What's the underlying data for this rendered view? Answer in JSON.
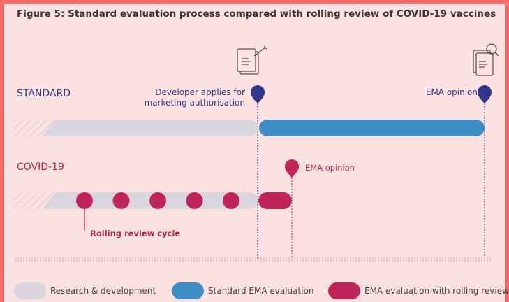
{
  "title": "Figure 5: Standard evaluation process compared with rolling review of COVID-19 vaccines",
  "standard": {
    "label": "STANDARD",
    "start_label": "Developer applies for marketing authorisation",
    "start_label_line1": "Developer applies for",
    "start_label_line2": "marketing authorisation",
    "end_label": "EMA opinion"
  },
  "covid": {
    "label": "COVID-19",
    "opinion_label": "EMA opinion",
    "rolling_label": "Rolling review cycle",
    "rolling_cycles": 5
  },
  "legend": [
    {
      "label": "Research & development",
      "color": "#d9d6e0"
    },
    {
      "label": "Standard EMA evaluation",
      "color": "#3e8dc7"
    },
    {
      "label": "EMA evaluation with rolling review",
      "color": "#bf2558"
    }
  ],
  "colors": {
    "background": "#fce1e1",
    "frame": "#f26b6b",
    "standard_accent": "#33358a",
    "covid_accent": "#b5294f",
    "research_bar": "#d9d6e0",
    "standard_bar": "#3e8dc7",
    "rolling_bar": "#bf2558"
  },
  "icons": [
    "application-document-icon",
    "review-document-icon"
  ]
}
